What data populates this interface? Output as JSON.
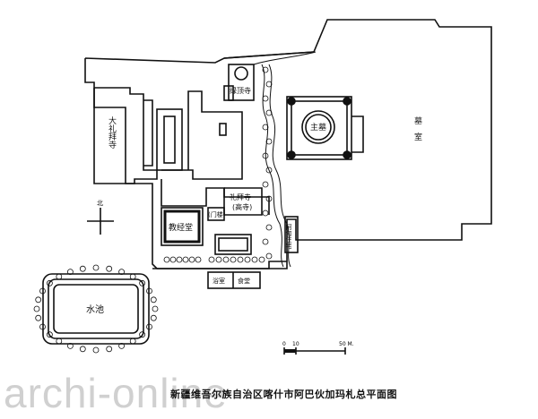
{
  "title": "新疆维吾尔族自治区喀什市阿巴伙加玛札总平面图",
  "watermark": "archi-online",
  "labels": {
    "main_hall": "大礼拜寺",
    "small_mosque": "绿顶寺",
    "main_tomb": "主墓",
    "cemetery_1": "墓",
    "cemetery_2": "室",
    "lecture_hall": "教经堂",
    "prayer_hall_1": "礼拜寺",
    "prayer_hall_2": "(高寺)",
    "gate": "(门楼)",
    "residence": "阿訇住宅",
    "bath": "浴室",
    "kitchen": "食堂",
    "pond": "水池",
    "north": "北"
  },
  "scale_bar": {
    "ticks": [
      "0",
      "10",
      "50 M."
    ]
  },
  "colors": {
    "line": "#111111",
    "watermark": "#969696"
  }
}
